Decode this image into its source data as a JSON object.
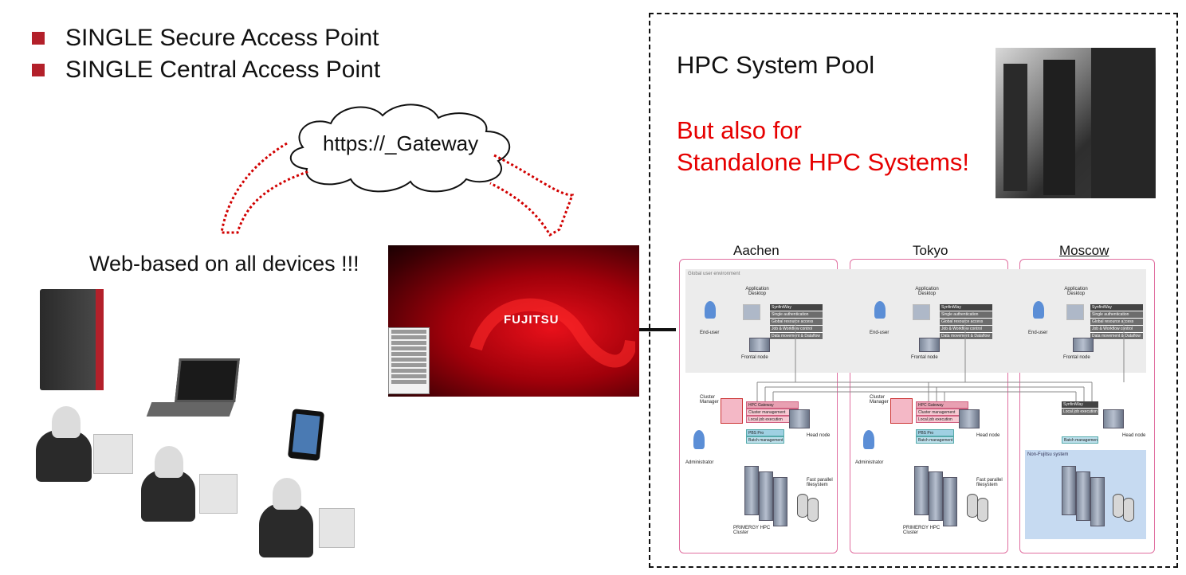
{
  "bullets": [
    "SINGLE Secure Access Point",
    "SINGLE Central Access Point"
  ],
  "cloud_label": "https://_Gateway",
  "devices_caption": "Web-based on all devices !!!",
  "pool": {
    "title": "HPC System Pool",
    "note_line1": "But also for",
    "note_line2": "Standalone  HPC Systems!"
  },
  "desktop": {
    "logo": "FUJITSU"
  },
  "cities": [
    "Aachen",
    "Tokyo",
    "Moscow"
  ],
  "diagram": {
    "global_env": "Global user environment",
    "app_desktop": "Application Desktop",
    "end_user": "End-user",
    "frontal_node": "Frontal node",
    "synfiniway_rows": [
      "SynfiniWay",
      "Single authentication",
      "Global resource access",
      "Job & Workflow control",
      "Data movement & Dataflow"
    ],
    "cluster_manager": "Cluster Manager",
    "administrator": "Administrator",
    "hpc_gateway_rows": [
      "HPC Gateway",
      "Cluster management",
      "Local job execution"
    ],
    "pbs_rows": [
      "PBS Pro",
      "Batch management"
    ],
    "head_node": "Head node",
    "fast_fs": "Fast parallel filesystem",
    "primergy": "PRIMERGY HPC Cluster",
    "moscow_rows": [
      "SynfiniWay",
      "Local job execution"
    ],
    "moscow_batch": "Batch management",
    "non_fujitsu": "Non-Fujitsu system"
  },
  "colors": {
    "bullet_red": "#b3202a",
    "note_red": "#e60000",
    "region_pink": "#e06fa0"
  }
}
